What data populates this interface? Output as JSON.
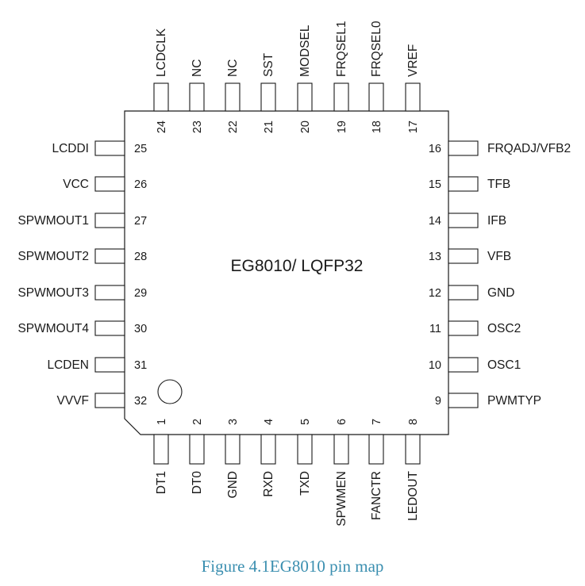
{
  "chip": {
    "label": "EG8010/ LQFP32"
  },
  "pins": {
    "left": [
      {
        "num": "25",
        "name": "LCDDI"
      },
      {
        "num": "26",
        "name": "VCC"
      },
      {
        "num": "27",
        "name": "SPWMOUT1"
      },
      {
        "num": "28",
        "name": "SPWMOUT2"
      },
      {
        "num": "29",
        "name": "SPWMOUT3"
      },
      {
        "num": "30",
        "name": "SPWMOUT4"
      },
      {
        "num": "31",
        "name": "LCDEN"
      },
      {
        "num": "32",
        "name": "VVVF"
      }
    ],
    "right": [
      {
        "num": "16",
        "name": "FRQADJ/VFB2"
      },
      {
        "num": "15",
        "name": "TFB"
      },
      {
        "num": "14",
        "name": "IFB"
      },
      {
        "num": "13",
        "name": "VFB"
      },
      {
        "num": "12",
        "name": "GND"
      },
      {
        "num": "11",
        "name": "OSC2"
      },
      {
        "num": "10",
        "name": "OSC1"
      },
      {
        "num": "9",
        "name": "PWMTYP"
      }
    ],
    "top": [
      {
        "num": "24",
        "name": "LCDCLK"
      },
      {
        "num": "23",
        "name": "NC"
      },
      {
        "num": "22",
        "name": "NC"
      },
      {
        "num": "21",
        "name": "SST"
      },
      {
        "num": "20",
        "name": "MODSEL"
      },
      {
        "num": "19",
        "name": "FRQSEL1"
      },
      {
        "num": "18",
        "name": "FRQSEL0"
      },
      {
        "num": "17",
        "name": "VREF"
      }
    ],
    "bottom": [
      {
        "num": "1",
        "name": "DT1"
      },
      {
        "num": "2",
        "name": "DT0"
      },
      {
        "num": "3",
        "name": "GND"
      },
      {
        "num": "4",
        "name": "RXD"
      },
      {
        "num": "5",
        "name": "TXD"
      },
      {
        "num": "6",
        "name": "SPWMEN"
      },
      {
        "num": "7",
        "name": "FANCTR"
      },
      {
        "num": "8",
        "name": "LEDOUT"
      }
    ]
  },
  "caption": "Figure 4.1EG8010 pin map"
}
